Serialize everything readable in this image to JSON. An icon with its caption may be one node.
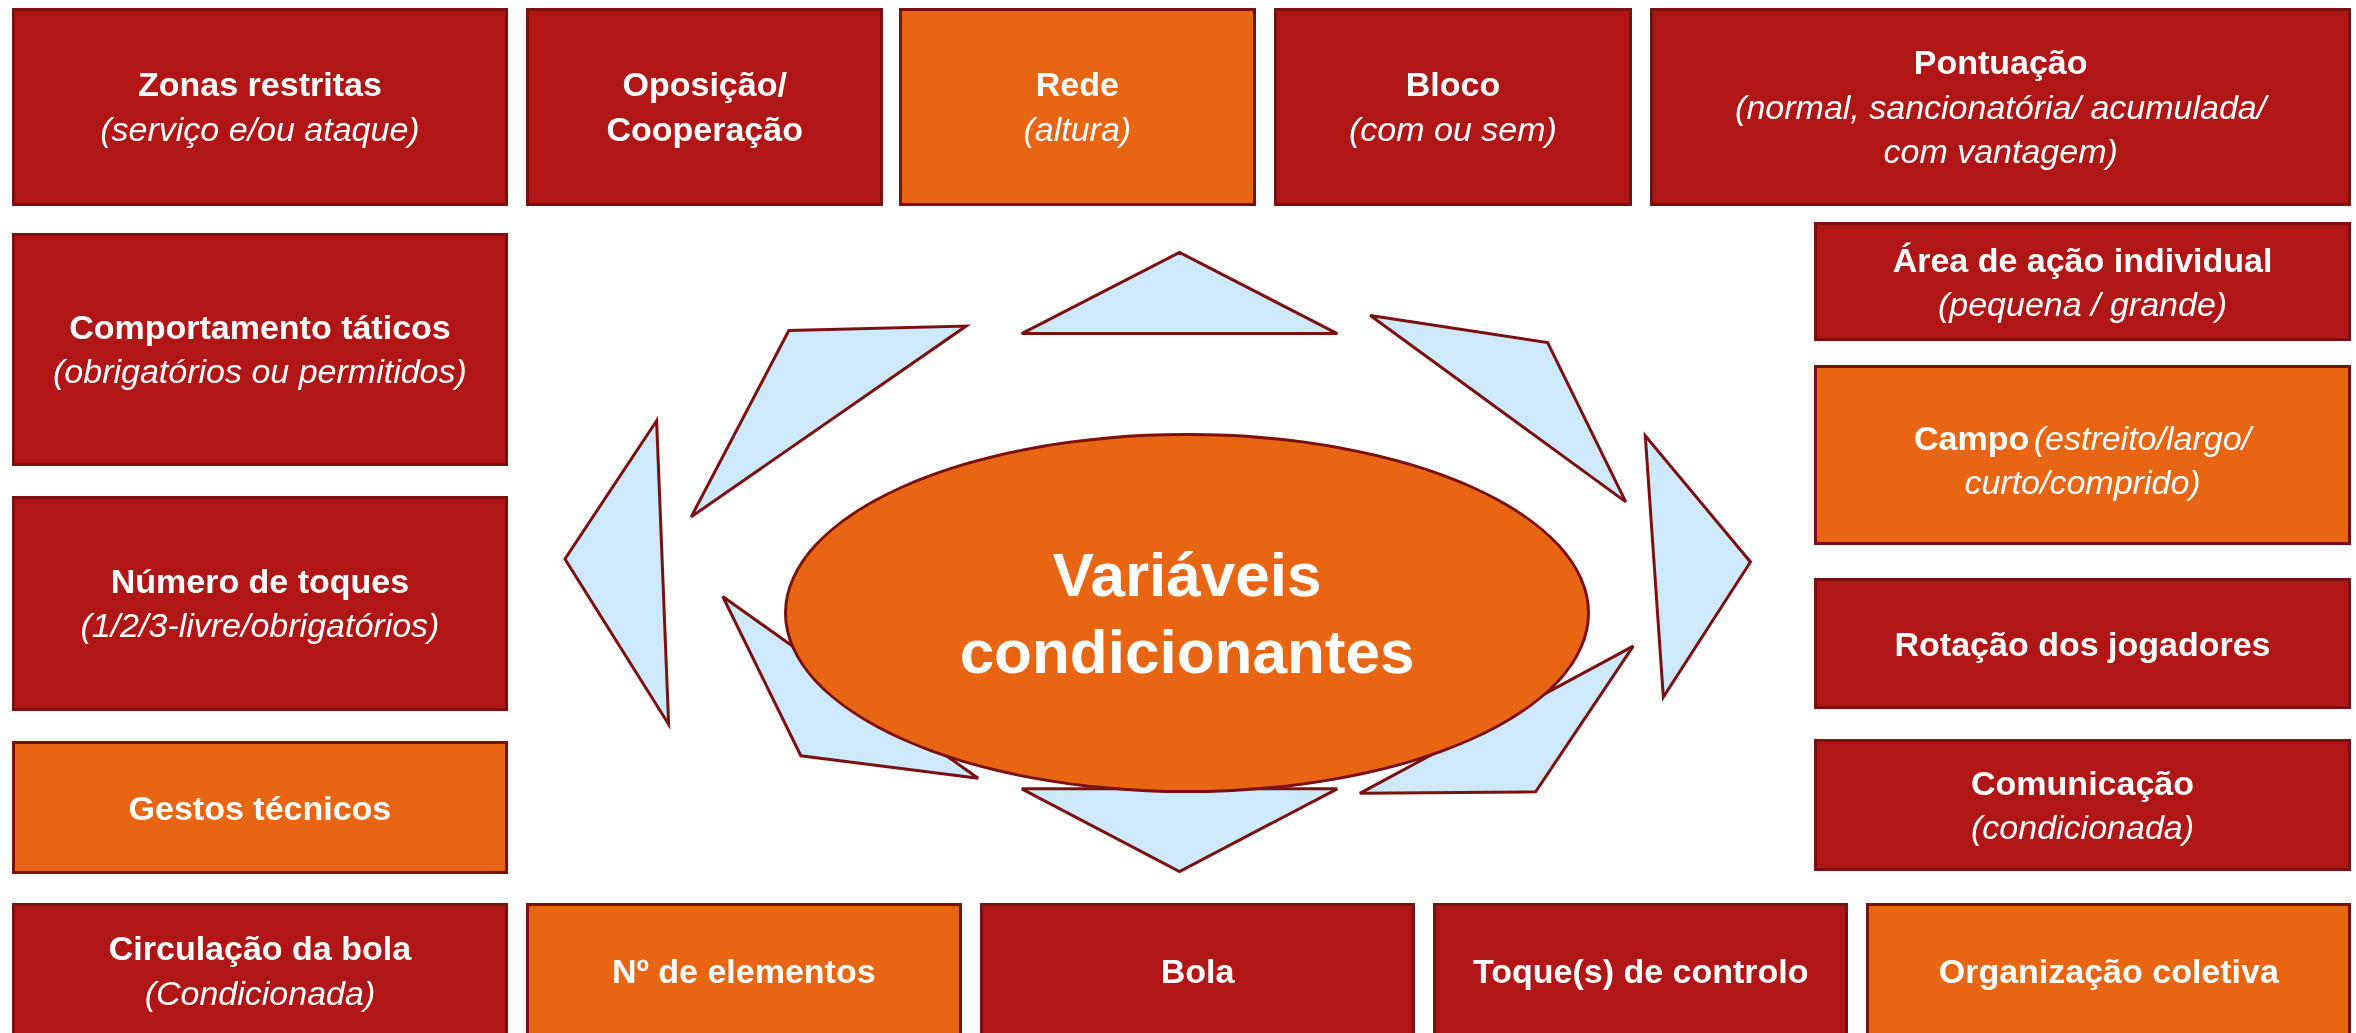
{
  "diagram": {
    "nodes": [
      {
        "text": [
          "Zonas restritas",
          "(serviço e/ou ataque)"
        ]
      },
      {
        "text": [
          "Oposição/ Cooperação"
        ]
      },
      {
        "text": [
          "Rede",
          "(altura)"
        ]
      },
      {
        "text": [
          "Bloco",
          "(com ou sem)"
        ]
      },
      {
        "text": [
          "Pontuação",
          "(normal, sancionatória/ acumulada/ com vantagem)"
        ]
      },
      {
        "text": [
          "Comportamento táticos",
          "(obrigatórios ou permitidos)"
        ]
      },
      {
        "text": [
          "Área de ação individual",
          "(pequena / grande)"
        ]
      },
      {
        "text": [
          "Campo",
          "(estreito/largo/ curto/comprido)"
        ]
      },
      {
        "text": [
          "Variáveis condicionantes"
        ]
      },
      {
        "text": [
          "Número de toques",
          "(1/2/3-livre/obrigatórios)"
        ]
      },
      {
        "text": [
          "Rotação dos jogadores"
        ]
      },
      {
        "text": [
          "Gestos técnicos"
        ]
      },
      {
        "text": [
          "Comunicação",
          "(condicionada)"
        ]
      },
      {
        "text": [
          "Circulação da bola",
          "(Condicionada)"
        ]
      },
      {
        "text": [
          "Nº de elementos"
        ]
      },
      {
        "text": [
          "Bola"
        ]
      },
      {
        "text": [
          "Toque(s) de controlo"
        ]
      },
      {
        "text": [
          "Organização coletiva"
        ]
      },
      {
        "text": [],
        "shape": "triangle"
      },
      {
        "text": [],
        "shape": "triangle"
      },
      {
        "text": [],
        "shape": "triangle"
      },
      {
        "text": [],
        "shape": "triangle"
      },
      {
        "text": [],
        "shape": "triangle"
      },
      {
        "text": [],
        "shape": "triangle"
      },
      {
        "text": [],
        "shape": "triangle"
      },
      {
        "text": [],
        "shape": "triangle"
      }
    ]
  }
}
